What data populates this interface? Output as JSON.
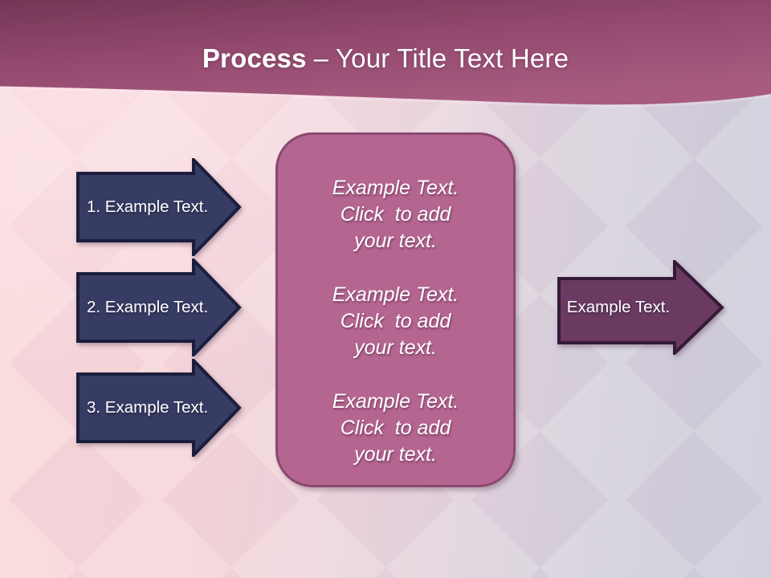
{
  "title": {
    "bold": "Process",
    "rest": "– Your Title Text Here"
  },
  "left_arrows": [
    {
      "label": "1. Example Text."
    },
    {
      "label": "2. Example Text."
    },
    {
      "label": "3. Example Text."
    }
  ],
  "center_box": {
    "paragraphs": [
      {
        "lines": [
          "Example Text.",
          "Click  to add",
          "your text."
        ]
      },
      {
        "lines": [
          "Example Text.",
          "Click  to add",
          "your text."
        ]
      },
      {
        "lines": [
          "Example Text.",
          "Click  to add",
          "your text."
        ]
      }
    ]
  },
  "right_arrow": {
    "label": "Example Text."
  },
  "colors": {
    "header-top": "#743656",
    "header-mid": "#934a6e",
    "header-bottom": "#a65b7f",
    "bg-left": "#f9d8da",
    "bg-right": "#cbcbda",
    "navy-fill": "#373c64",
    "navy-stroke": "#1a1e3c",
    "box-fill": "#b46590",
    "box-stroke": "#8a4870",
    "purple-fill": "#6a3a63",
    "purple-stroke": "#351a38",
    "text": "#ffffff"
  }
}
